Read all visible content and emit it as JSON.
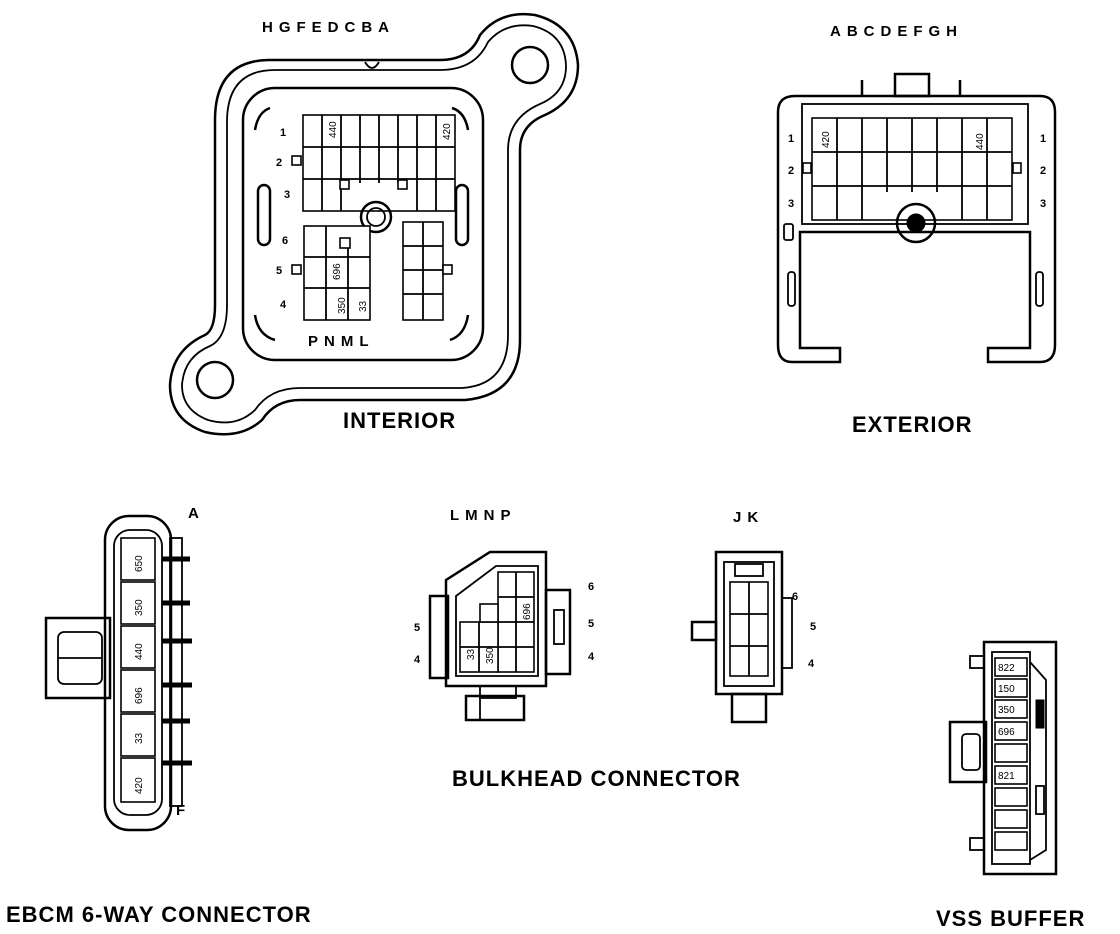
{
  "interior": {
    "title": "INTERIOR",
    "top_letters": "HGFEDCBA",
    "bottom_letters": "PNML",
    "row_numbers": [
      "1",
      "2",
      "3",
      "6",
      "5",
      "4"
    ],
    "wires": [
      "440",
      "420",
      "696",
      "350",
      "33"
    ]
  },
  "exterior": {
    "title": "EXTERIOR",
    "top_letters": "ABCDEFGH",
    "row_numbers": [
      "1",
      "2",
      "3"
    ],
    "wires": [
      "420",
      "440"
    ]
  },
  "ebcm": {
    "title": "EBCM 6-WAY CONNECTOR",
    "pin_top": "A",
    "pin_bottom": "F",
    "wires": [
      "650",
      "350",
      "440",
      "696",
      "33",
      "420"
    ]
  },
  "bulkhead": {
    "title": "BULKHEAD CONNECTOR",
    "lmnp_letters": "LMNP",
    "jk_letters": "JK",
    "lmnp_numbers": [
      "6",
      "5",
      "4"
    ],
    "lmnp_left_numbers": [
      "5",
      "4"
    ],
    "jk_numbers": [
      "6",
      "5",
      "4"
    ],
    "wires": [
      "33",
      "350",
      "696"
    ]
  },
  "vss": {
    "title": "VSS BUFFER",
    "wires": [
      "822",
      "150",
      "350",
      "696",
      "821"
    ]
  }
}
